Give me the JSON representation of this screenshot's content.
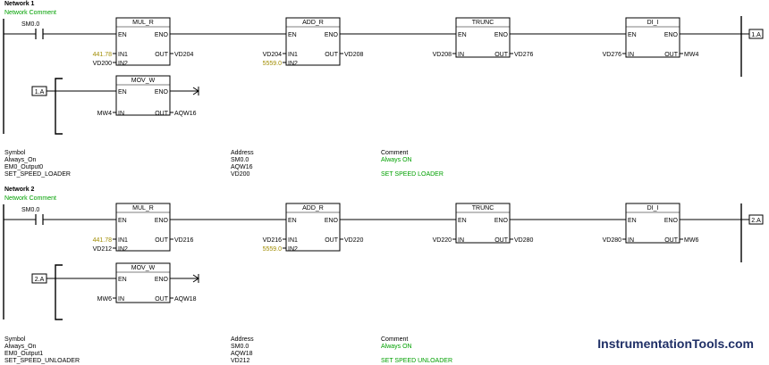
{
  "colors": {
    "line": "#000000",
    "comment_green": "#00a000",
    "const_olive": "#a08c00",
    "watermark": "#1f2f66"
  },
  "networks": [
    {
      "title": "Network 1",
      "comment": "Network Comment",
      "contact": "SM0.0",
      "mul": {
        "title": "MUL_R",
        "en": "EN",
        "eno": "ENO",
        "in1": "IN1",
        "in2": "IN2",
        "out": "OUT",
        "in1_val": "441.78",
        "in2_val": "VD200",
        "out_val": "VD204"
      },
      "add": {
        "title": "ADD_R",
        "en": "EN",
        "eno": "ENO",
        "in1": "IN1",
        "in2": "IN2",
        "out": "OUT",
        "in1_val": "VD204",
        "in2_val": "5559.0",
        "out_val": "VD208"
      },
      "trunc": {
        "title": "TRUNC",
        "en": "EN",
        "eno": "ENO",
        "in": "IN",
        "out": "OUT",
        "in_val": "VD208",
        "out_val": "VD276"
      },
      "di": {
        "title": "DI_I",
        "en": "EN",
        "eno": "ENO",
        "in": "IN",
        "out": "OUT",
        "in_val": "VD276",
        "out_val": "MW4"
      },
      "connector_out": "1.A",
      "connector_in": "1.A",
      "mov": {
        "title": "MOV_W",
        "en": "EN",
        "eno": "ENO",
        "in": "IN",
        "out": "OUT",
        "in_val": "MW4",
        "out_val": "AQW16"
      },
      "symbol_table": {
        "headers": {
          "symbol": "Symbol",
          "address": "Address",
          "comment": "Comment"
        },
        "rows": [
          {
            "symbol": "Always_On",
            "address": "SM0.0",
            "comment": "Always ON"
          },
          {
            "symbol": "EM0_Output0",
            "address": "AQW16",
            "comment": ""
          },
          {
            "symbol": "SET_SPEED_LOADER",
            "address": "VD200",
            "comment": "SET SPEED LOADER"
          }
        ]
      }
    },
    {
      "title": "Network 2",
      "comment": "Network Comment",
      "contact": "SM0.0",
      "mul": {
        "title": "MUL_R",
        "en": "EN",
        "eno": "ENO",
        "in1": "IN1",
        "in2": "IN2",
        "out": "OUT",
        "in1_val": "441.78",
        "in2_val": "VD212",
        "out_val": "VD216"
      },
      "add": {
        "title": "ADD_R",
        "en": "EN",
        "eno": "ENO",
        "in1": "IN1",
        "in2": "IN2",
        "out": "OUT",
        "in1_val": "VD216",
        "in2_val": "5559.0",
        "out_val": "VD220"
      },
      "trunc": {
        "title": "TRUNC",
        "en": "EN",
        "eno": "ENO",
        "in": "IN",
        "out": "OUT",
        "in_val": "VD220",
        "out_val": "VD280"
      },
      "di": {
        "title": "DI_I",
        "en": "EN",
        "eno": "ENO",
        "in": "IN",
        "out": "OUT",
        "in_val": "VD280",
        "out_val": "MW6"
      },
      "connector_out": "2.A",
      "connector_in": "2.A",
      "mov": {
        "title": "MOV_W",
        "en": "EN",
        "eno": "ENO",
        "in": "IN",
        "out": "OUT",
        "in_val": "MW6",
        "out_val": "AQW18"
      },
      "symbol_table": {
        "headers": {
          "symbol": "Symbol",
          "address": "Address",
          "comment": "Comment"
        },
        "rows": [
          {
            "symbol": "Always_On",
            "address": "SM0.0",
            "comment": "Always ON"
          },
          {
            "symbol": "EM0_Output1",
            "address": "AQW18",
            "comment": ""
          },
          {
            "symbol": "SET_SPEED_UNLOADER",
            "address": "VD212",
            "comment": "SET SPEED UNLOADER"
          }
        ]
      }
    }
  ],
  "watermark": "InstrumentationTools.com"
}
